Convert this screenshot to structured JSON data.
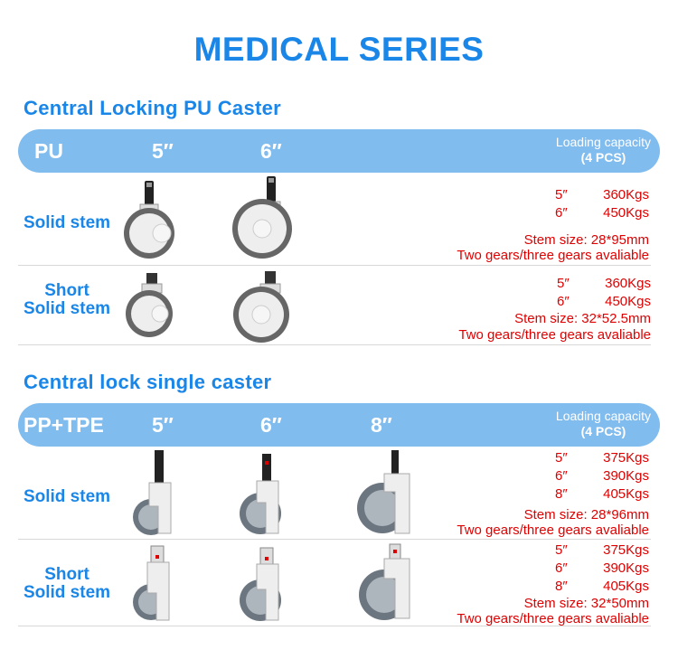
{
  "title": "MEDICAL SERIES",
  "sections": [
    {
      "heading": "Central Locking PU Caster",
      "bar": {
        "material": "PU",
        "sizes": [
          "5″",
          "6″"
        ],
        "capacity_label": "Loading capacity",
        "capacity_note": "(4 PCS)"
      },
      "rows": [
        {
          "label": [
            "Solid stem"
          ],
          "capacities": [
            {
              "size": "5″",
              "load": "360Kgs"
            },
            {
              "size": "6″",
              "load": "450Kgs"
            }
          ],
          "stem": "Stem size: 28*95mm",
          "gears": "Two gears/three gears avaliable"
        },
        {
          "label": [
            "Short",
            "Solid stem"
          ],
          "capacities": [
            {
              "size": "5″",
              "load": "360Kgs"
            },
            {
              "size": "6″",
              "load": "450Kgs"
            }
          ],
          "stem": "Stem size: 32*52.5mm",
          "gears": "Two gears/three gears avaliable"
        }
      ]
    },
    {
      "heading": "Central lock single caster",
      "bar": {
        "material": "PP+TPE",
        "sizes": [
          "5″",
          "6″",
          "8″"
        ],
        "capacity_label": "Loading capacity",
        "capacity_note": "(4 PCS)"
      },
      "rows": [
        {
          "label": [
            "Solid stem"
          ],
          "capacities": [
            {
              "size": "5″",
              "load": "375Kgs"
            },
            {
              "size": "6″",
              "load": "390Kgs"
            },
            {
              "size": "8″",
              "load": "405Kgs"
            }
          ],
          "stem": "Stem size: 28*96mm",
          "gears": "Two gears/three gears avaliable"
        },
        {
          "label": [
            "Short",
            "Solid stem"
          ],
          "capacities": [
            {
              "size": "5″",
              "load": "375Kgs"
            },
            {
              "size": "6″",
              "load": "390Kgs"
            },
            {
              "size": "8″",
              "load": "405Kgs"
            }
          ],
          "stem": "Stem size: 32*50mm",
          "gears": "Two gears/three gears avaliable"
        }
      ]
    }
  ],
  "colors": {
    "accent": "#1a86e8",
    "bar": "#80bcee",
    "spec": "#e00000"
  }
}
